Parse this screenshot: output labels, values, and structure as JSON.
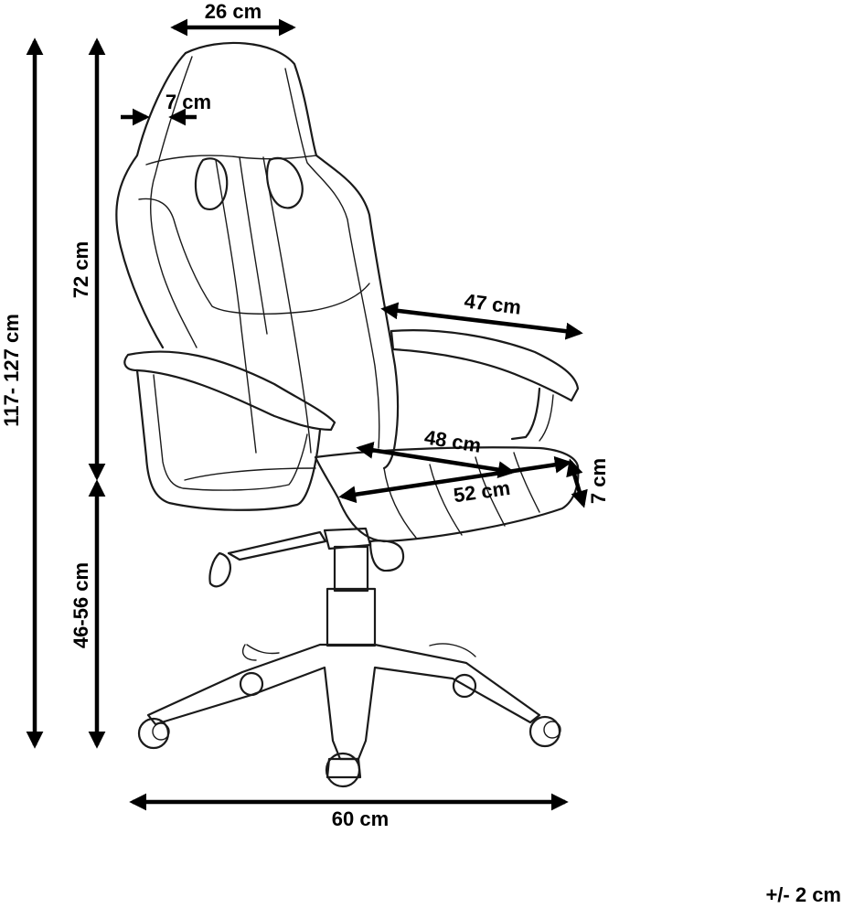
{
  "dimensions": {
    "backrest_top_width": "26 cm",
    "headrest_depth": "7 cm",
    "total_height": "117- 127 cm",
    "backrest_height": "72 cm",
    "seat_height": "46-56 cm",
    "armrest_width": "47 cm",
    "seat_depth": "48 cm",
    "seat_width": "52 cm",
    "seat_thickness": "7 cm",
    "base_width": "60 cm"
  },
  "tolerance": "+/- 2 cm",
  "colors": {
    "ink": "#1a1a1a",
    "background": "#ffffff"
  }
}
